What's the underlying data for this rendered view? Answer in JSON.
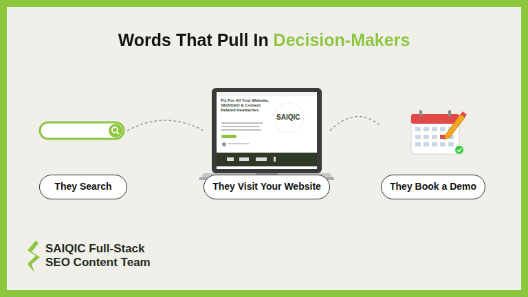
{
  "diagram": {
    "title": "Words That Pull In Decision-Makers",
    "nodes": [
      {
        "text": [
          "They Search"
        ]
      },
      {
        "text": [
          "They Visit Your Website"
        ]
      },
      {
        "text": [
          "They Book a Demo"
        ]
      }
    ],
    "edges": [
      {
        "from": 0,
        "to": 1,
        "arrow": "none"
      },
      {
        "from": 1,
        "to": 2,
        "arrow": "none"
      }
    ],
    "labels": [
      "Fix For All Your Website, SEO/GEO & Content Related Headaches.",
      "SAIQIC",
      "SAIQIC Full-Stack SEO Content Team"
    ]
  }
}
